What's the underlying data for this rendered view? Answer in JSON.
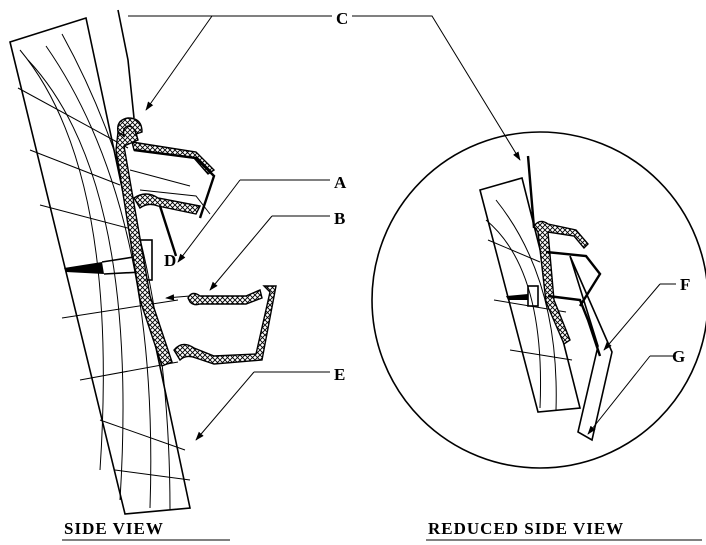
{
  "callouts": {
    "a": "A",
    "b": "B",
    "c": "C",
    "d": "D",
    "e": "E",
    "f": "F",
    "g": "G"
  },
  "captions": {
    "left": "SIDE VIEW",
    "right": "REDUCED SIDE VIEW"
  }
}
